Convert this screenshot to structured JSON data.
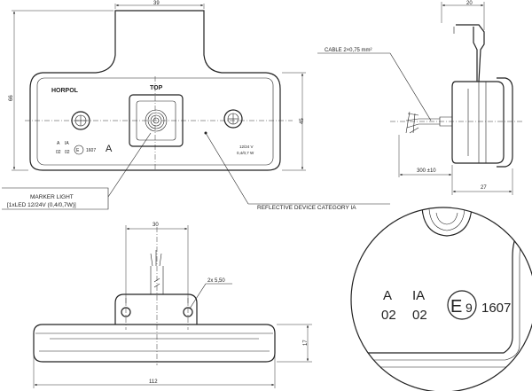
{
  "labels": {
    "brand": "HORPOL",
    "top": "TOP",
    "a_marker": "A",
    "cat_a": "A",
    "cat_ia": "IA",
    "num_02a": "02",
    "num_02b": "02",
    "e_mark": "E",
    "e_digit": "9",
    "approval": "1607",
    "voltage": "12/24 V",
    "power": "0,4/0,7 W",
    "cable": "CABLE 2×0,75 mm²",
    "marker_light_1": "MARKER LIGHT",
    "marker_light_2": "[1xLED 12/24V (0,4/0,7W)]",
    "reflective": "REFLECTIVE DEVICE CATEGORY IA",
    "hole": "2x 5,50",
    "zoom_a": "A",
    "zoom_ia": "IA",
    "zoom_02a": "02",
    "zoom_02b": "02",
    "zoom_e": "E",
    "zoom_9": "9",
    "zoom_1607": "1607"
  },
  "dimensions": {
    "width_top": "39",
    "height_66": "66",
    "height_45": "45",
    "side_20": "20",
    "cable_len": "300 ±10",
    "depth_27": "27",
    "spacing_30": "30",
    "height_17": "17",
    "length_112": "112"
  }
}
